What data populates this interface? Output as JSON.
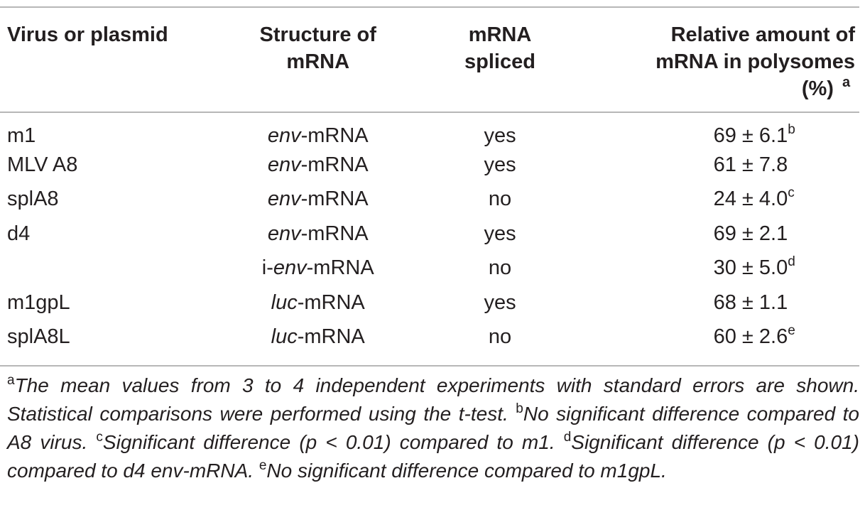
{
  "table": {
    "headers": [
      [
        "Virus or plasmid"
      ],
      [
        "Structure of",
        "mRNA"
      ],
      [
        "mRNA",
        "spliced"
      ],
      [
        "Relative amount of",
        "mRNA in polysomes",
        "(%)"
      ]
    ],
    "header_mark": "a",
    "rows": [
      {
        "virus": "m1",
        "prefix": "",
        "gene": "env",
        "suffix": "-mRNA",
        "spliced": "yes",
        "value": "69 ± 6.1",
        "mark": "b"
      },
      {
        "virus": "MLV A8",
        "prefix": "",
        "gene": "env",
        "suffix": "-mRNA",
        "spliced": "yes",
        "value": "61 ± 7.8",
        "mark": ""
      },
      {
        "virus": "splA8",
        "prefix": "",
        "gene": "env",
        "suffix": "-mRNA",
        "spliced": "no",
        "value": "24 ± 4.0",
        "mark": "c"
      },
      {
        "virus": "d4",
        "prefix": "",
        "gene": "env",
        "suffix": "-mRNA",
        "spliced": "yes",
        "value": "69 ± 2.1",
        "mark": ""
      },
      {
        "virus": "",
        "prefix": "i-",
        "gene": "env",
        "suffix": "-mRNA",
        "spliced": "no",
        "value": "30 ± 5.0",
        "mark": "d"
      },
      {
        "virus": "m1gpL",
        "prefix": "",
        "gene": "luc",
        "suffix": "-mRNA",
        "spliced": "yes",
        "value": "68 ± 1.1",
        "mark": ""
      },
      {
        "virus": "splA8L",
        "prefix": "",
        "gene": "luc",
        "suffix": "-mRNA",
        "spliced": "no",
        "value": "60 ± 2.6",
        "mark": "e"
      }
    ]
  },
  "footnotes": [
    {
      "mark": "a",
      "text": "The mean values from 3 to 4 independent experiments with standard errors are shown. Statistical comparisons were performed using the t-test."
    },
    {
      "mark": "b",
      "text": "No significant difference compared to A8 virus."
    },
    {
      "mark": "c",
      "text": "Significant difference (p < 0.01) compared to m1."
    },
    {
      "mark": "d",
      "text": "Significant difference (p < 0.01) compared to d4 env-mRNA."
    },
    {
      "mark": "e",
      "text": "No significant difference compared to m1gpL."
    }
  ]
}
